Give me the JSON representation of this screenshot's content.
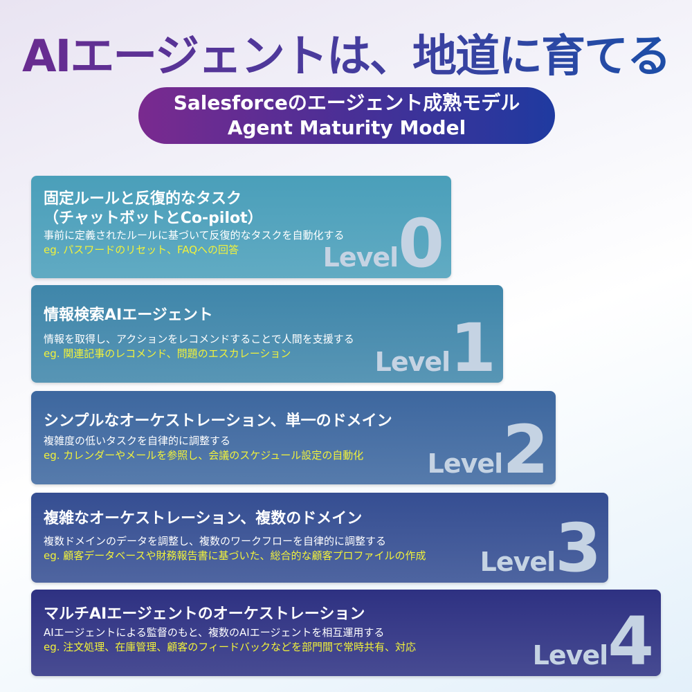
{
  "title": "AIエージェントは、地道に育てる",
  "subtitle": {
    "line1": "Salesforceのエージェント成熟モデル",
    "line2": "Agent Maturity Model"
  },
  "level_word": "Level",
  "levels": [
    {
      "number": "0",
      "heading": "固定ルールと反復的なタスク",
      "heading2": "（チャットボットとCo-pilot）",
      "description": "事前に定義されたルールに基づいて反復的なタスクを自動化する",
      "example": "eg. パスワードのリセット、FAQへの回答",
      "color": "#4a9fba"
    },
    {
      "number": "1",
      "heading": "情報検索AIエージェント",
      "description": "情報を取得し、アクションをレコメンドすることで人間を支援する",
      "example": "eg. 関連記事のレコメンド、問題のエスカレーション",
      "color": "#3f86aa"
    },
    {
      "number": "2",
      "heading": "シンプルなオーケストレーション、単一のドメイン",
      "description": "複雑度の低いタスクを自律的に調整する",
      "example": "eg. カレンダーやメールを参照し、会議のスケジュール設定の自動化",
      "color": "#3d679f"
    },
    {
      "number": "3",
      "heading": "複雑なオーケストレーション、複数のドメイン",
      "description": "複数ドメインのデータを調整し、複数のワークフローを自律的に調整する",
      "example": "eg. 顧客データベースや財務報告書に基づいた、総合的な顧客プロファイルの作成",
      "color": "#354e92"
    },
    {
      "number": "4",
      "heading": "マルチAIエージェントのオーケストレーション",
      "description": "AIエージェントによる監督のもと、複数のAIエージェントを相互運用する",
      "example": "eg. 注文処理、在庫管理、顧客のフィードバックなどを部門間で常時共有、対応",
      "color": "#2e3182"
    }
  ]
}
